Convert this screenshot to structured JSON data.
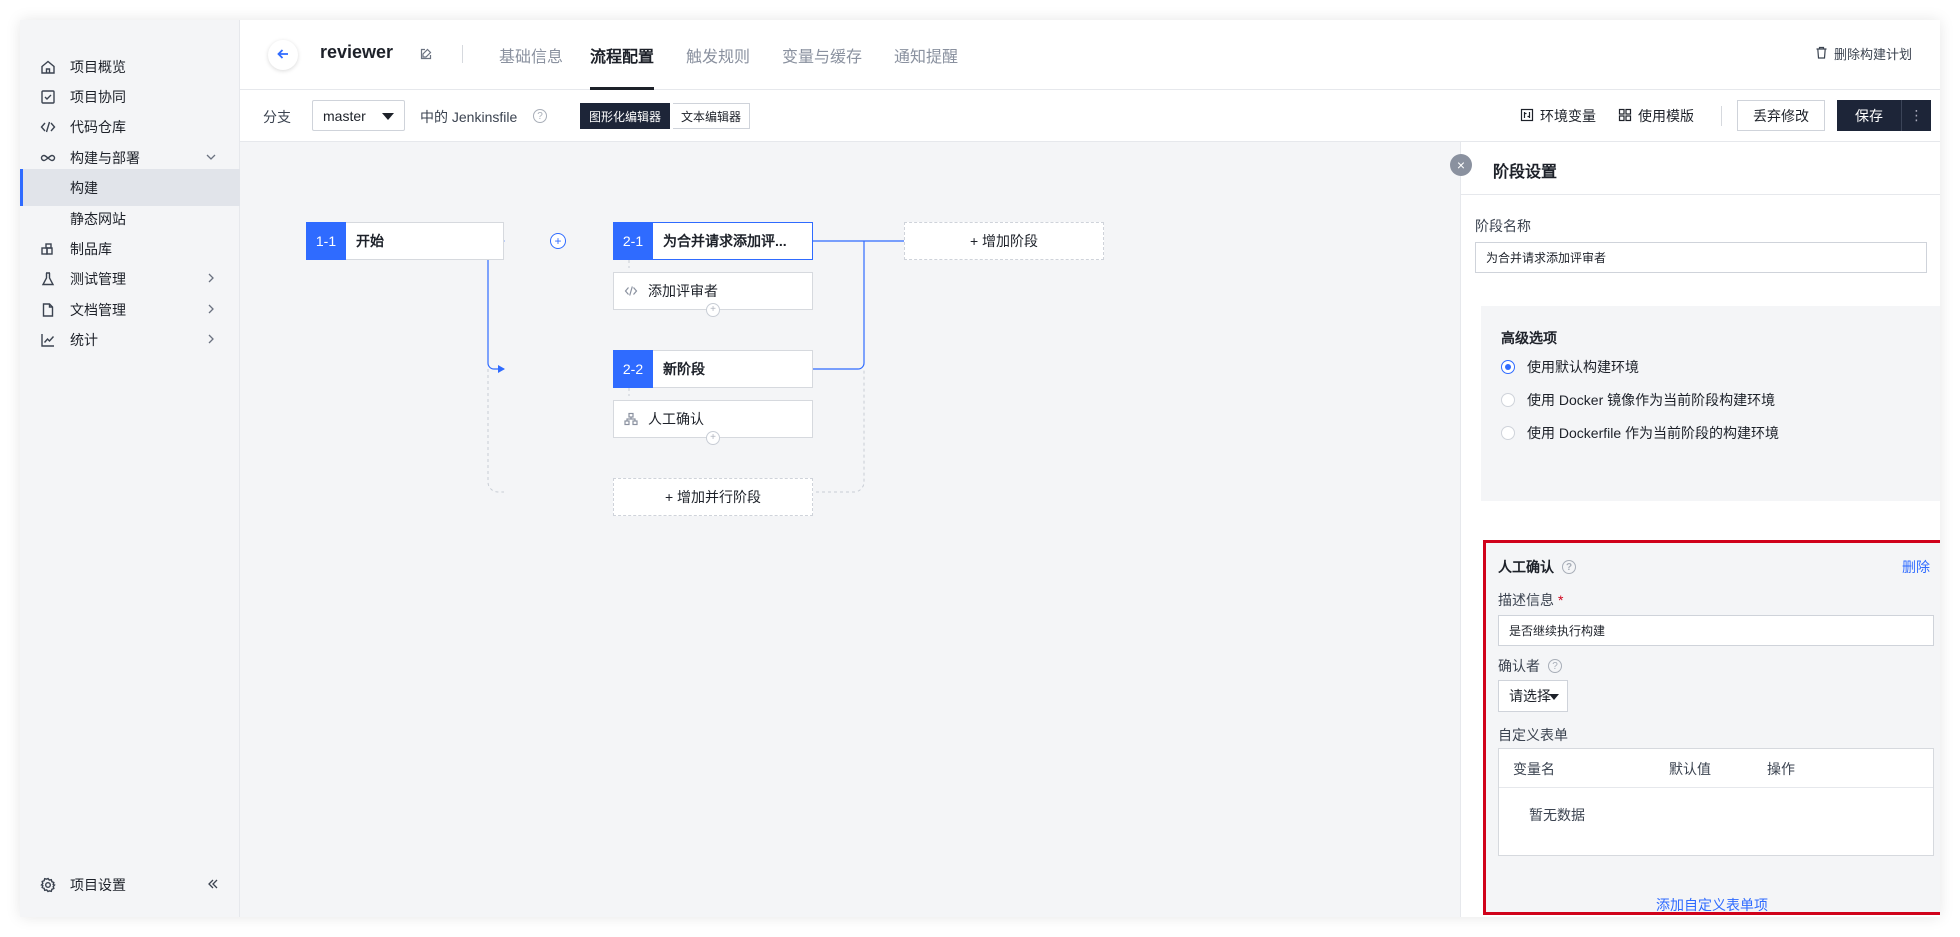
{
  "sidebar": {
    "items": [
      {
        "label": "项目概览",
        "icon": "home-icon"
      },
      {
        "label": "项目协同",
        "icon": "checkbox-icon"
      },
      {
        "label": "代码仓库",
        "icon": "code-icon"
      },
      {
        "label": "构建与部署",
        "icon": "infinity-icon"
      },
      {
        "label": "构建",
        "icon": ""
      },
      {
        "label": "静态网站",
        "icon": ""
      },
      {
        "label": "制品库",
        "icon": "package-icon"
      },
      {
        "label": "测试管理",
        "icon": "flask-icon"
      },
      {
        "label": "文档管理",
        "icon": "document-icon"
      },
      {
        "label": "统计",
        "icon": "chart-icon"
      }
    ],
    "settings_label": "项目设置"
  },
  "header": {
    "project_name": "reviewer",
    "tabs": [
      "基础信息",
      "流程配置",
      "触发规则",
      "变量与缓存",
      "通知提醒"
    ],
    "active_tab": "流程配置",
    "delete_plan": "删除构建计划"
  },
  "toolbar": {
    "branch_label": "分支",
    "branch_value": "master",
    "jenkinsfile_label": "中的 Jenkinsfile",
    "help_glyph": "?",
    "editor_graphic": "图形化编辑器",
    "editor_text": "文本编辑器",
    "env_vars": "环境变量",
    "use_template": "使用模版",
    "discard": "丢弃修改",
    "save": "保存",
    "more_glyph": "⋮"
  },
  "pipeline": {
    "stage_1": {
      "num": "1-1",
      "name": "开始"
    },
    "stage_2": {
      "num": "2-1",
      "name": "为合并请求添加评..."
    },
    "step_2": "添加评审者",
    "stage_3": {
      "num": "2-2",
      "name": "新阶段"
    },
    "step_3": "人工确认",
    "add_stage": "+ 增加阶段",
    "add_parallel": "+ 增加并行阶段",
    "plus_glyph": "+"
  },
  "panel": {
    "title": "阶段设置",
    "close_glyph": "×",
    "stage_name_label": "阶段名称",
    "stage_name_value": "为合并请求添加评审者",
    "advanced_title": "高级选项",
    "radio_options": [
      "使用默认构建环境",
      "使用 Docker 镜像作为当前阶段构建环境",
      "使用 Dockerfile 作为当前阶段的构建环境"
    ],
    "selected_radio": 0,
    "manual": {
      "title": "人工确认",
      "delete": "删除",
      "desc_label": "描述信息",
      "required_mark": "*",
      "desc_value": "是否继续执行构建",
      "confirmer_label": "确认者",
      "confirmer_placeholder": "请选择",
      "custom_form_label": "自定义表单",
      "columns": [
        "变量名",
        "默认值",
        "操作"
      ],
      "empty_text": "暂无数据"
    },
    "add_form_item": "添加自定义表单项"
  },
  "colors": {
    "accent": "#2f6bff",
    "dark_button": "#1d2538",
    "highlight_border": "#d0021b"
  }
}
